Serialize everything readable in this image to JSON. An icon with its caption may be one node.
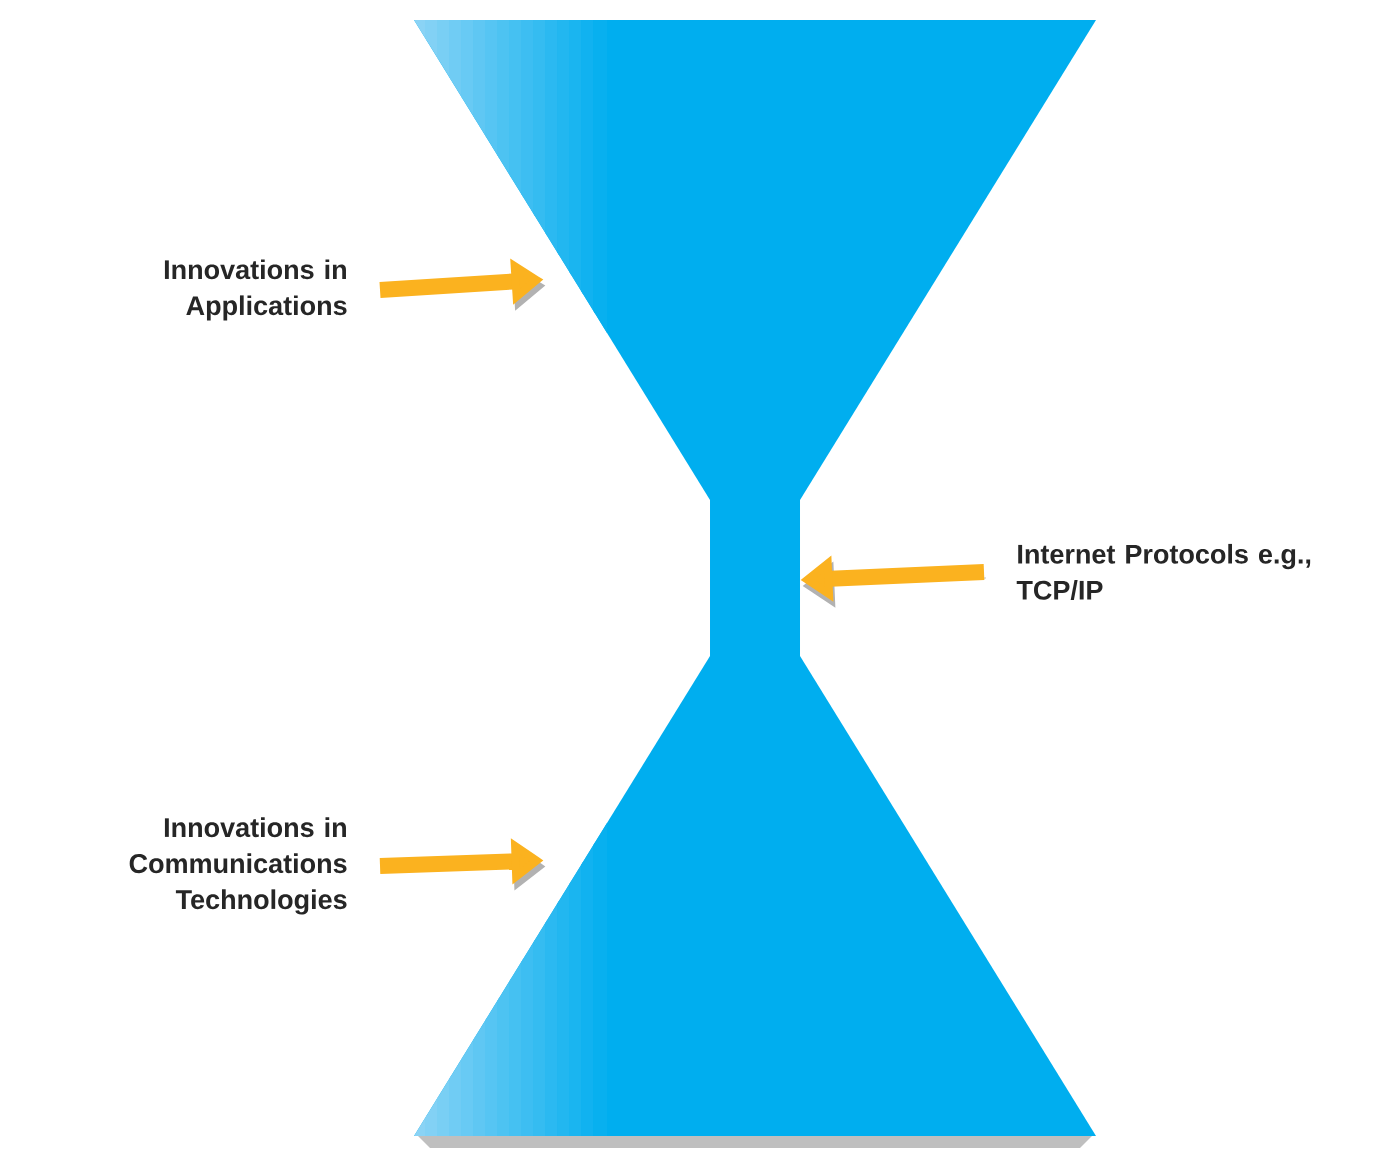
{
  "diagram": {
    "nodes": [
      {
        "text": [],
        "shape": "triangle"
      },
      {
        "text": [
          "Innovations in Applications"
        ]
      },
      {
        "text": [],
        "shape": "bar"
      },
      {
        "text": [
          "Internet Protocols e.g., TCP/IP"
        ]
      },
      {
        "text": [
          "Innovations in Communications Technologies"
        ]
      },
      {
        "text": [],
        "shape": "triangle"
      }
    ],
    "edges": [
      {
        "from": 1,
        "to": 0,
        "arrow": "to"
      },
      {
        "from": 3,
        "to": 2,
        "arrow": "to"
      },
      {
        "from": 4,
        "to": 5,
        "arrow": "to"
      }
    ]
  }
}
